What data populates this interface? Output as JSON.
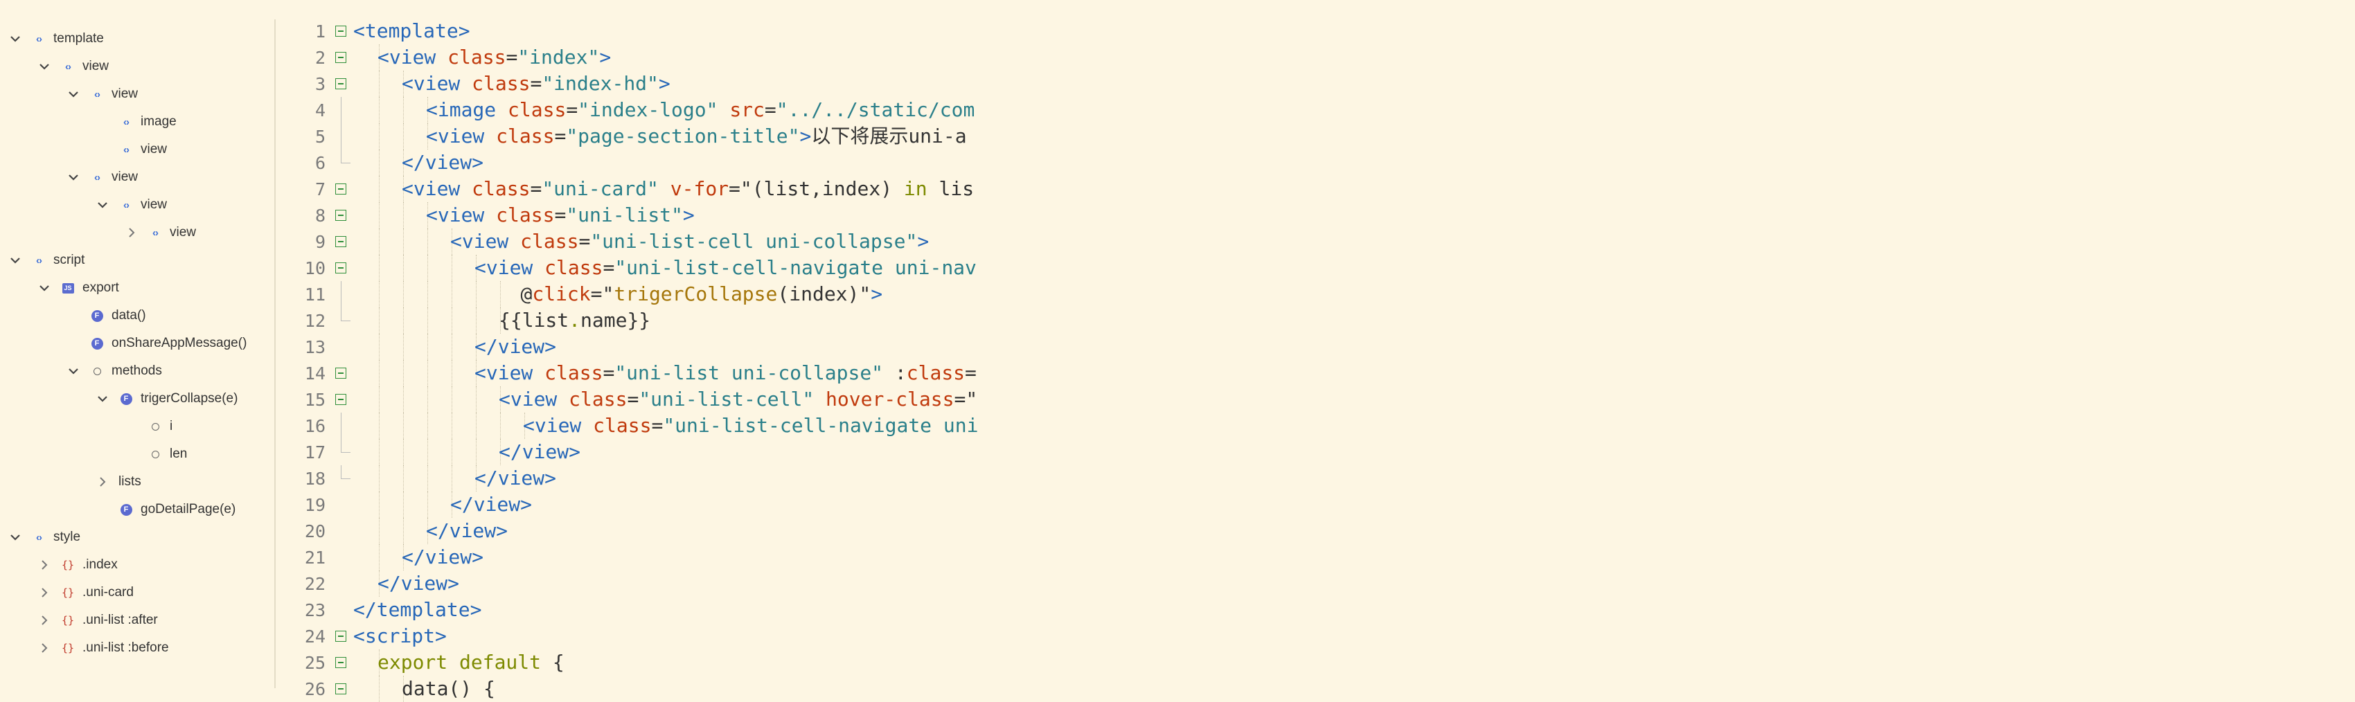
{
  "outline": {
    "rows": [
      {
        "label": "template",
        "depth": 0,
        "chevron": "down",
        "icon": "tag"
      },
      {
        "label": "view",
        "depth": 1,
        "chevron": "down",
        "icon": "tag"
      },
      {
        "label": "view",
        "depth": 2,
        "chevron": "down",
        "icon": "tag"
      },
      {
        "label": "image",
        "depth": 3,
        "chevron": "none",
        "icon": "tag"
      },
      {
        "label": "view",
        "depth": 3,
        "chevron": "none",
        "icon": "tag"
      },
      {
        "label": "view",
        "depth": 2,
        "chevron": "down",
        "icon": "tag"
      },
      {
        "label": "view",
        "depth": 3,
        "chevron": "down",
        "icon": "tag"
      },
      {
        "label": "view",
        "depth": 4,
        "chevron": "right",
        "icon": "tag"
      },
      {
        "label": "script",
        "depth": 0,
        "chevron": "down",
        "icon": "tag"
      },
      {
        "label": "export",
        "depth": 1,
        "chevron": "down",
        "icon": "js"
      },
      {
        "label": "data()",
        "depth": 2,
        "chevron": "none",
        "icon": "fn"
      },
      {
        "label": "onShareAppMessage()",
        "depth": 2,
        "chevron": "none",
        "icon": "fn"
      },
      {
        "label": "methods",
        "depth": 2,
        "chevron": "down",
        "icon": "prop"
      },
      {
        "label": "trigerCollapse(e)",
        "depth": 3,
        "chevron": "down",
        "icon": "fn"
      },
      {
        "label": "i",
        "depth": 4,
        "chevron": "none",
        "icon": "prop"
      },
      {
        "label": "len",
        "depth": 4,
        "chevron": "none",
        "icon": "prop"
      },
      {
        "label": "lists",
        "depth": 3,
        "chevron": "right",
        "icon": "none"
      },
      {
        "label": "goDetailPage(e)",
        "depth": 3,
        "chevron": "none",
        "icon": "fn"
      },
      {
        "label": "style",
        "depth": 0,
        "chevron": "down",
        "icon": "tag"
      },
      {
        "label": ".index",
        "depth": 1,
        "chevron": "right",
        "icon": "css"
      },
      {
        "label": ".uni-card",
        "depth": 1,
        "chevron": "right",
        "icon": "css"
      },
      {
        "label": ".uni-list :after",
        "depth": 1,
        "chevron": "right",
        "icon": "css"
      },
      {
        "label": ".uni-list :before",
        "depth": 1,
        "chevron": "right",
        "icon": "css"
      }
    ]
  },
  "editor": {
    "lines": [
      {
        "n": "1",
        "fold": "open",
        "indent": 0,
        "tokens": [
          [
            "tag",
            "<template>"
          ]
        ]
      },
      {
        "n": "2",
        "fold": "open",
        "indent": 1,
        "tokens": [
          [
            "tag",
            "<view "
          ],
          [
            "attr",
            "class"
          ],
          [
            "pn",
            "="
          ],
          [
            "str",
            "\"index\""
          ],
          [
            "tag",
            ">"
          ]
        ]
      },
      {
        "n": "3",
        "fold": "open",
        "indent": 2,
        "tokens": [
          [
            "tag",
            "<view "
          ],
          [
            "attr",
            "class"
          ],
          [
            "pn",
            "="
          ],
          [
            "str",
            "\"index-hd\""
          ],
          [
            "tag",
            ">"
          ]
        ]
      },
      {
        "n": "4",
        "fold": "line",
        "indent": 3,
        "tokens": [
          [
            "tag",
            "<image "
          ],
          [
            "attr",
            "class"
          ],
          [
            "pn",
            "="
          ],
          [
            "str",
            "\"index-logo\" "
          ],
          [
            "attr",
            "src"
          ],
          [
            "pn",
            "="
          ],
          [
            "str",
            "\"../../static/com"
          ]
        ]
      },
      {
        "n": "5",
        "fold": "line",
        "indent": 3,
        "tokens": [
          [
            "tag",
            "<view "
          ],
          [
            "attr",
            "class"
          ],
          [
            "pn",
            "="
          ],
          [
            "str",
            "\"page-section-title\""
          ],
          [
            "tag",
            ">"
          ],
          [
            "pn",
            "以下将展示uni-a"
          ]
        ]
      },
      {
        "n": "6",
        "fold": "end",
        "indent": 2,
        "tokens": [
          [
            "tag",
            "</view>"
          ]
        ]
      },
      {
        "n": "7",
        "fold": "open",
        "indent": 2,
        "tokens": [
          [
            "tag",
            "<view "
          ],
          [
            "attr",
            "class"
          ],
          [
            "pn",
            "="
          ],
          [
            "str",
            "\"uni-card\" "
          ],
          [
            "attr",
            "v-for"
          ],
          [
            "pn",
            "=\"(list,index) "
          ],
          [
            "kw",
            "in"
          ],
          [
            "pn",
            " lis"
          ]
        ]
      },
      {
        "n": "8",
        "fold": "open",
        "indent": 3,
        "tokens": [
          [
            "tag",
            "<view "
          ],
          [
            "attr",
            "class"
          ],
          [
            "pn",
            "="
          ],
          [
            "str",
            "\"uni-list\""
          ],
          [
            "tag",
            ">"
          ]
        ]
      },
      {
        "n": "9",
        "fold": "open",
        "indent": 4,
        "tokens": [
          [
            "tag",
            "<view "
          ],
          [
            "attr",
            "class"
          ],
          [
            "pn",
            "="
          ],
          [
            "str",
            "\"uni-list-cell uni-collapse\""
          ],
          [
            "tag",
            ">"
          ]
        ]
      },
      {
        "n": "10",
        "fold": "open",
        "indent": 5,
        "tokens": [
          [
            "tag",
            "<view "
          ],
          [
            "attr",
            "class"
          ],
          [
            "pn",
            "="
          ],
          [
            "str",
            "\"uni-list-cell-navigate uni-nav"
          ]
        ]
      },
      {
        "n": "11",
        "fold": "line",
        "indent": 6.9,
        "tokens": [
          [
            "pn",
            "@"
          ],
          [
            "attr",
            "click"
          ],
          [
            "pn",
            "=\""
          ],
          [
            "fn",
            "trigerCollapse"
          ],
          [
            "pn",
            "(index)\""
          ],
          [
            "tag",
            ">"
          ]
        ]
      },
      {
        "n": "12",
        "fold": "end",
        "indent": 6,
        "tokens": [
          [
            "pn",
            "{{list"
          ],
          [
            "kw",
            "."
          ],
          [
            "pn",
            "name}}"
          ]
        ]
      },
      {
        "n": "13",
        "fold": "none",
        "indent": 5,
        "tokens": [
          [
            "tag",
            "</view>"
          ]
        ]
      },
      {
        "n": "14",
        "fold": "open",
        "indent": 5,
        "tokens": [
          [
            "tag",
            "<view "
          ],
          [
            "attr",
            "class"
          ],
          [
            "pn",
            "="
          ],
          [
            "str",
            "\"uni-list uni-collapse\" "
          ],
          [
            "pn",
            ":"
          ],
          [
            "attr",
            "class"
          ],
          [
            "pn",
            "="
          ]
        ]
      },
      {
        "n": "15",
        "fold": "open",
        "indent": 6,
        "tokens": [
          [
            "tag",
            "<view "
          ],
          [
            "attr",
            "class"
          ],
          [
            "pn",
            "="
          ],
          [
            "str",
            "\"uni-list-cell\" "
          ],
          [
            "attr",
            "hover-class"
          ],
          [
            "pn",
            "=\""
          ]
        ]
      },
      {
        "n": "16",
        "fold": "line",
        "indent": 7,
        "tokens": [
          [
            "tag",
            "<view "
          ],
          [
            "attr",
            "class"
          ],
          [
            "pn",
            "="
          ],
          [
            "str",
            "\"uni-list-cell-navigate uni"
          ]
        ]
      },
      {
        "n": "17",
        "fold": "end",
        "indent": 6,
        "tokens": [
          [
            "tag",
            "</view>"
          ]
        ]
      },
      {
        "n": "18",
        "fold": "end",
        "indent": 5,
        "tokens": [
          [
            "tag",
            "</view>"
          ]
        ]
      },
      {
        "n": "19",
        "fold": "none",
        "indent": 4,
        "tokens": [
          [
            "tag",
            "</view>"
          ]
        ]
      },
      {
        "n": "20",
        "fold": "none",
        "indent": 3,
        "tokens": [
          [
            "tag",
            "</view>"
          ]
        ]
      },
      {
        "n": "21",
        "fold": "none",
        "indent": 2,
        "tokens": [
          [
            "tag",
            "</view>"
          ]
        ]
      },
      {
        "n": "22",
        "fold": "none",
        "indent": 1,
        "tokens": [
          [
            "tag",
            "</view>"
          ]
        ]
      },
      {
        "n": "23",
        "fold": "none",
        "indent": 0,
        "tokens": [
          [
            "tag",
            "</template>"
          ]
        ]
      },
      {
        "n": "24",
        "fold": "open",
        "indent": 0,
        "tokens": [
          [
            "tag",
            "<script>"
          ]
        ]
      },
      {
        "n": "25",
        "fold": "open",
        "indent": 1,
        "tokens": [
          [
            "kw",
            "export default "
          ],
          [
            "pn",
            "{"
          ]
        ]
      },
      {
        "n": "26",
        "fold": "open",
        "indent": 2,
        "tokens": [
          [
            "pn",
            "data() {"
          ]
        ]
      }
    ]
  }
}
